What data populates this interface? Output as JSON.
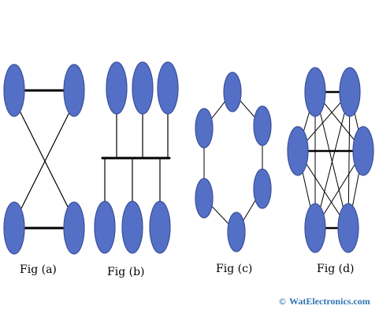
{
  "figures": [
    {
      "id": "a",
      "caption": "Fig (a)"
    },
    {
      "id": "b",
      "caption": "Fig (b)"
    },
    {
      "id": "c",
      "caption": "Fig (c)"
    },
    {
      "id": "d",
      "caption": "Fig (d)"
    }
  ],
  "watermark": {
    "symbol": "©",
    "text": "WatElectronics.com"
  },
  "colors": {
    "node_fill": "#5470c6",
    "node_stroke": "#3a4f9a",
    "edge": "#000000",
    "watermark": "#2f74b5"
  }
}
